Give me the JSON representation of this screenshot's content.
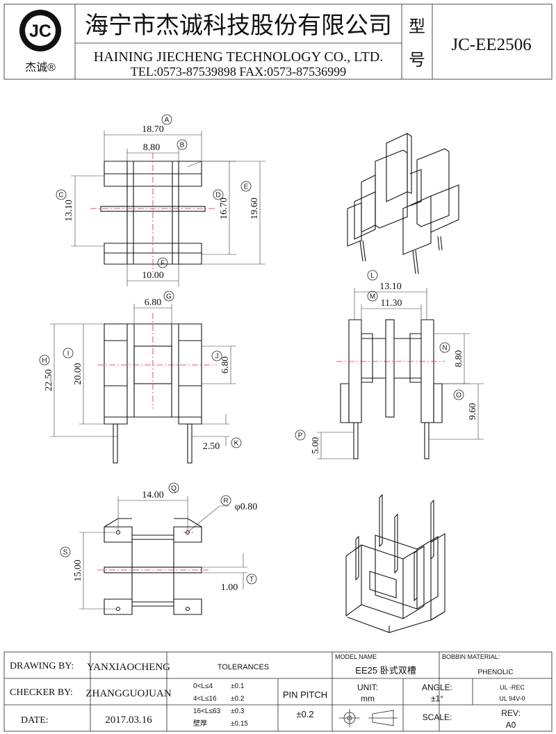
{
  "header": {
    "logo_text": "JC",
    "logo_brand": "杰诚®",
    "company_cn": "海宁市杰诚科技股份有限公司",
    "company_en": "HAINING JIECHENG TECHNOLOGY CO., LTD.",
    "contact": "TEL:0573-87539898   FAX:0573-87536999",
    "model_label_1": "型",
    "model_label_2": "号",
    "model_no": "JC-EE2506"
  },
  "dimensions": {
    "A": {
      "label": "A",
      "value": "18.70"
    },
    "B": {
      "label": "B",
      "value": "8.80"
    },
    "C": {
      "label": "C",
      "value": "13.10"
    },
    "D": {
      "label": "D",
      "value": "16.70"
    },
    "E": {
      "label": "E",
      "value": "19.60"
    },
    "F": {
      "label": "F",
      "value": "10.00"
    },
    "G": {
      "label": "G",
      "value": "6.80"
    },
    "H": {
      "label": "H",
      "value": "22.50"
    },
    "I": {
      "label": "I",
      "value": "20.00"
    },
    "J": {
      "label": "J",
      "value": "6.80"
    },
    "K": {
      "label": "K",
      "value": "2.50"
    },
    "L": {
      "label": "L",
      "value": "13.10"
    },
    "M": {
      "label": "M",
      "value": "11.30"
    },
    "N": {
      "label": "N",
      "value": "8.80"
    },
    "O": {
      "label": "O",
      "value": "9.60"
    },
    "P": {
      "label": "P",
      "value": "5.00"
    },
    "Q": {
      "label": "Q",
      "value": "14.00"
    },
    "R": {
      "label": "R",
      "value": "φ0.80"
    },
    "S": {
      "label": "S",
      "value": "15.00"
    },
    "T": {
      "label": "T",
      "value": "1.00"
    }
  },
  "title_block": {
    "drawing_by_label": "DRAWING  BY:",
    "drawing_by": "YANXIAOCHENG",
    "checker_by_label": "CHECKER  BY:",
    "checker_by": "ZHANGGUOJUAN",
    "date_label": "DATE:",
    "date": "2017.03.16",
    "tolerances_label": "TOLERANCES",
    "tol_rows": [
      {
        "range": "0<L≤4",
        "tol": "±0.1"
      },
      {
        "range": "4<L≤16",
        "tol": "±0.2"
      },
      {
        "range": "16<L≤63",
        "tol": "±0.3"
      },
      {
        "range": "壁厚",
        "tol": "±0.15"
      }
    ],
    "pin_pitch_label": "PIN PITCH",
    "pin_pitch": "±0.2",
    "model_name_label": "MODEL NAME",
    "model_name": "EE25 卧式双槽",
    "unit_label": "UNIT:",
    "unit": "mm",
    "angle_label": "ANGLE:",
    "angle": "±1°",
    "scale_label": "SCALE:",
    "bobbin_label": "BOBBIN MATERIAL:",
    "bobbin": "PHENOLIC",
    "ul_1": "UL -REC",
    "ul_2": "UL  94V-0",
    "rev_label": "REV:",
    "rev": "A0"
  }
}
